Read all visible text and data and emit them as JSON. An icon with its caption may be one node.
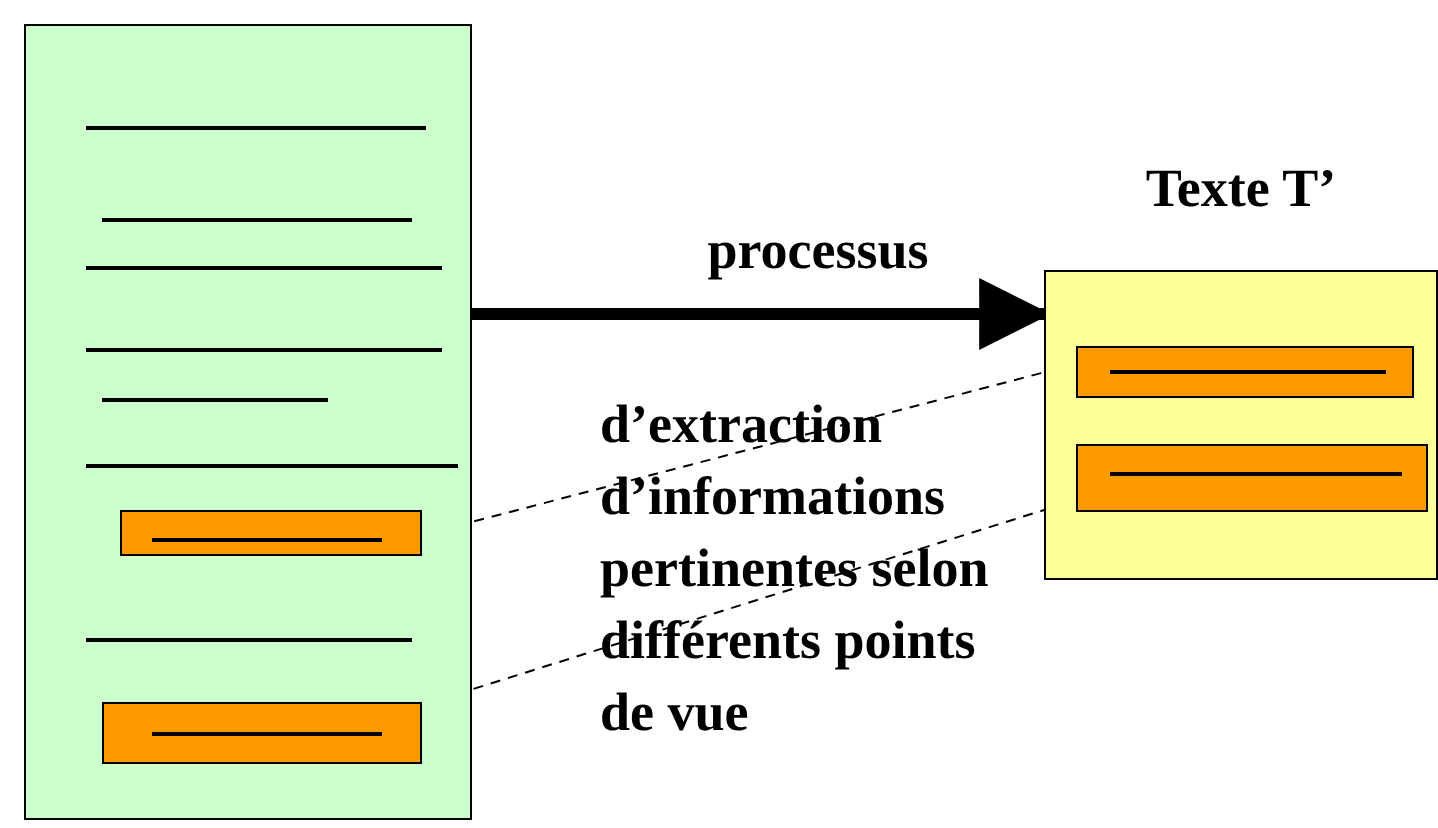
{
  "diagram": {
    "nodes": [
      {
        "text": [],
        "shape": "box"
      },
      {
        "text": [],
        "shape": "box",
        "in": 0
      },
      {
        "text": [],
        "shape": "box",
        "in": 0
      },
      {
        "text": [
          "Texte T’"
        ]
      },
      {
        "text": [],
        "shape": "box",
        "in": 3
      },
      {
        "text": [],
        "shape": "box",
        "in": 3
      }
    ],
    "edges": [
      {
        "from": 0,
        "to": 3,
        "arrow": "to",
        "label": "processus",
        "style": "thick"
      },
      {
        "from": 1,
        "to": 4,
        "arrow": "to",
        "style": "dashed"
      },
      {
        "from": 2,
        "to": 5,
        "arrow": "to",
        "style": "dashed"
      }
    ],
    "labels": [
      "d’extraction d’informations pertinentes selon différents points de vue"
    ]
  }
}
